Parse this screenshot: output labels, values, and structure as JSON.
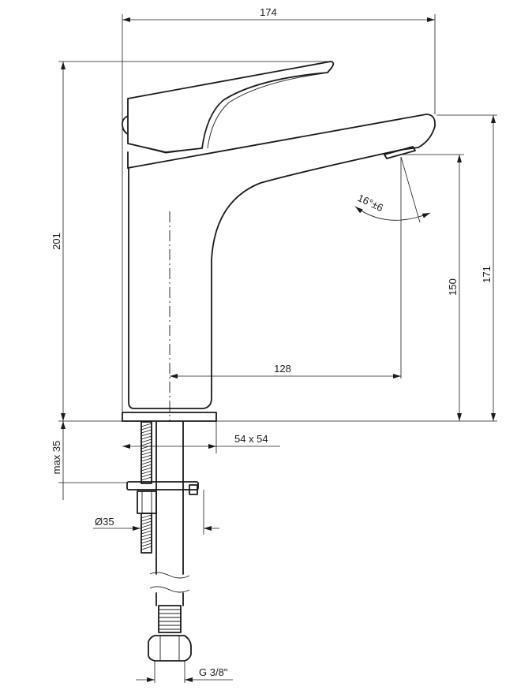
{
  "drawing": {
    "dimensions": {
      "overall_width": "174",
      "overall_height": "201",
      "spout_height": "171",
      "outlet_height": "150",
      "spout_reach": "128",
      "base_plate": "54 x 54",
      "max_thickness": "max 35",
      "hole_diameter": "Ø35",
      "connection_thread": "G 3/8\"",
      "spray_angle": "16°±6"
    }
  }
}
